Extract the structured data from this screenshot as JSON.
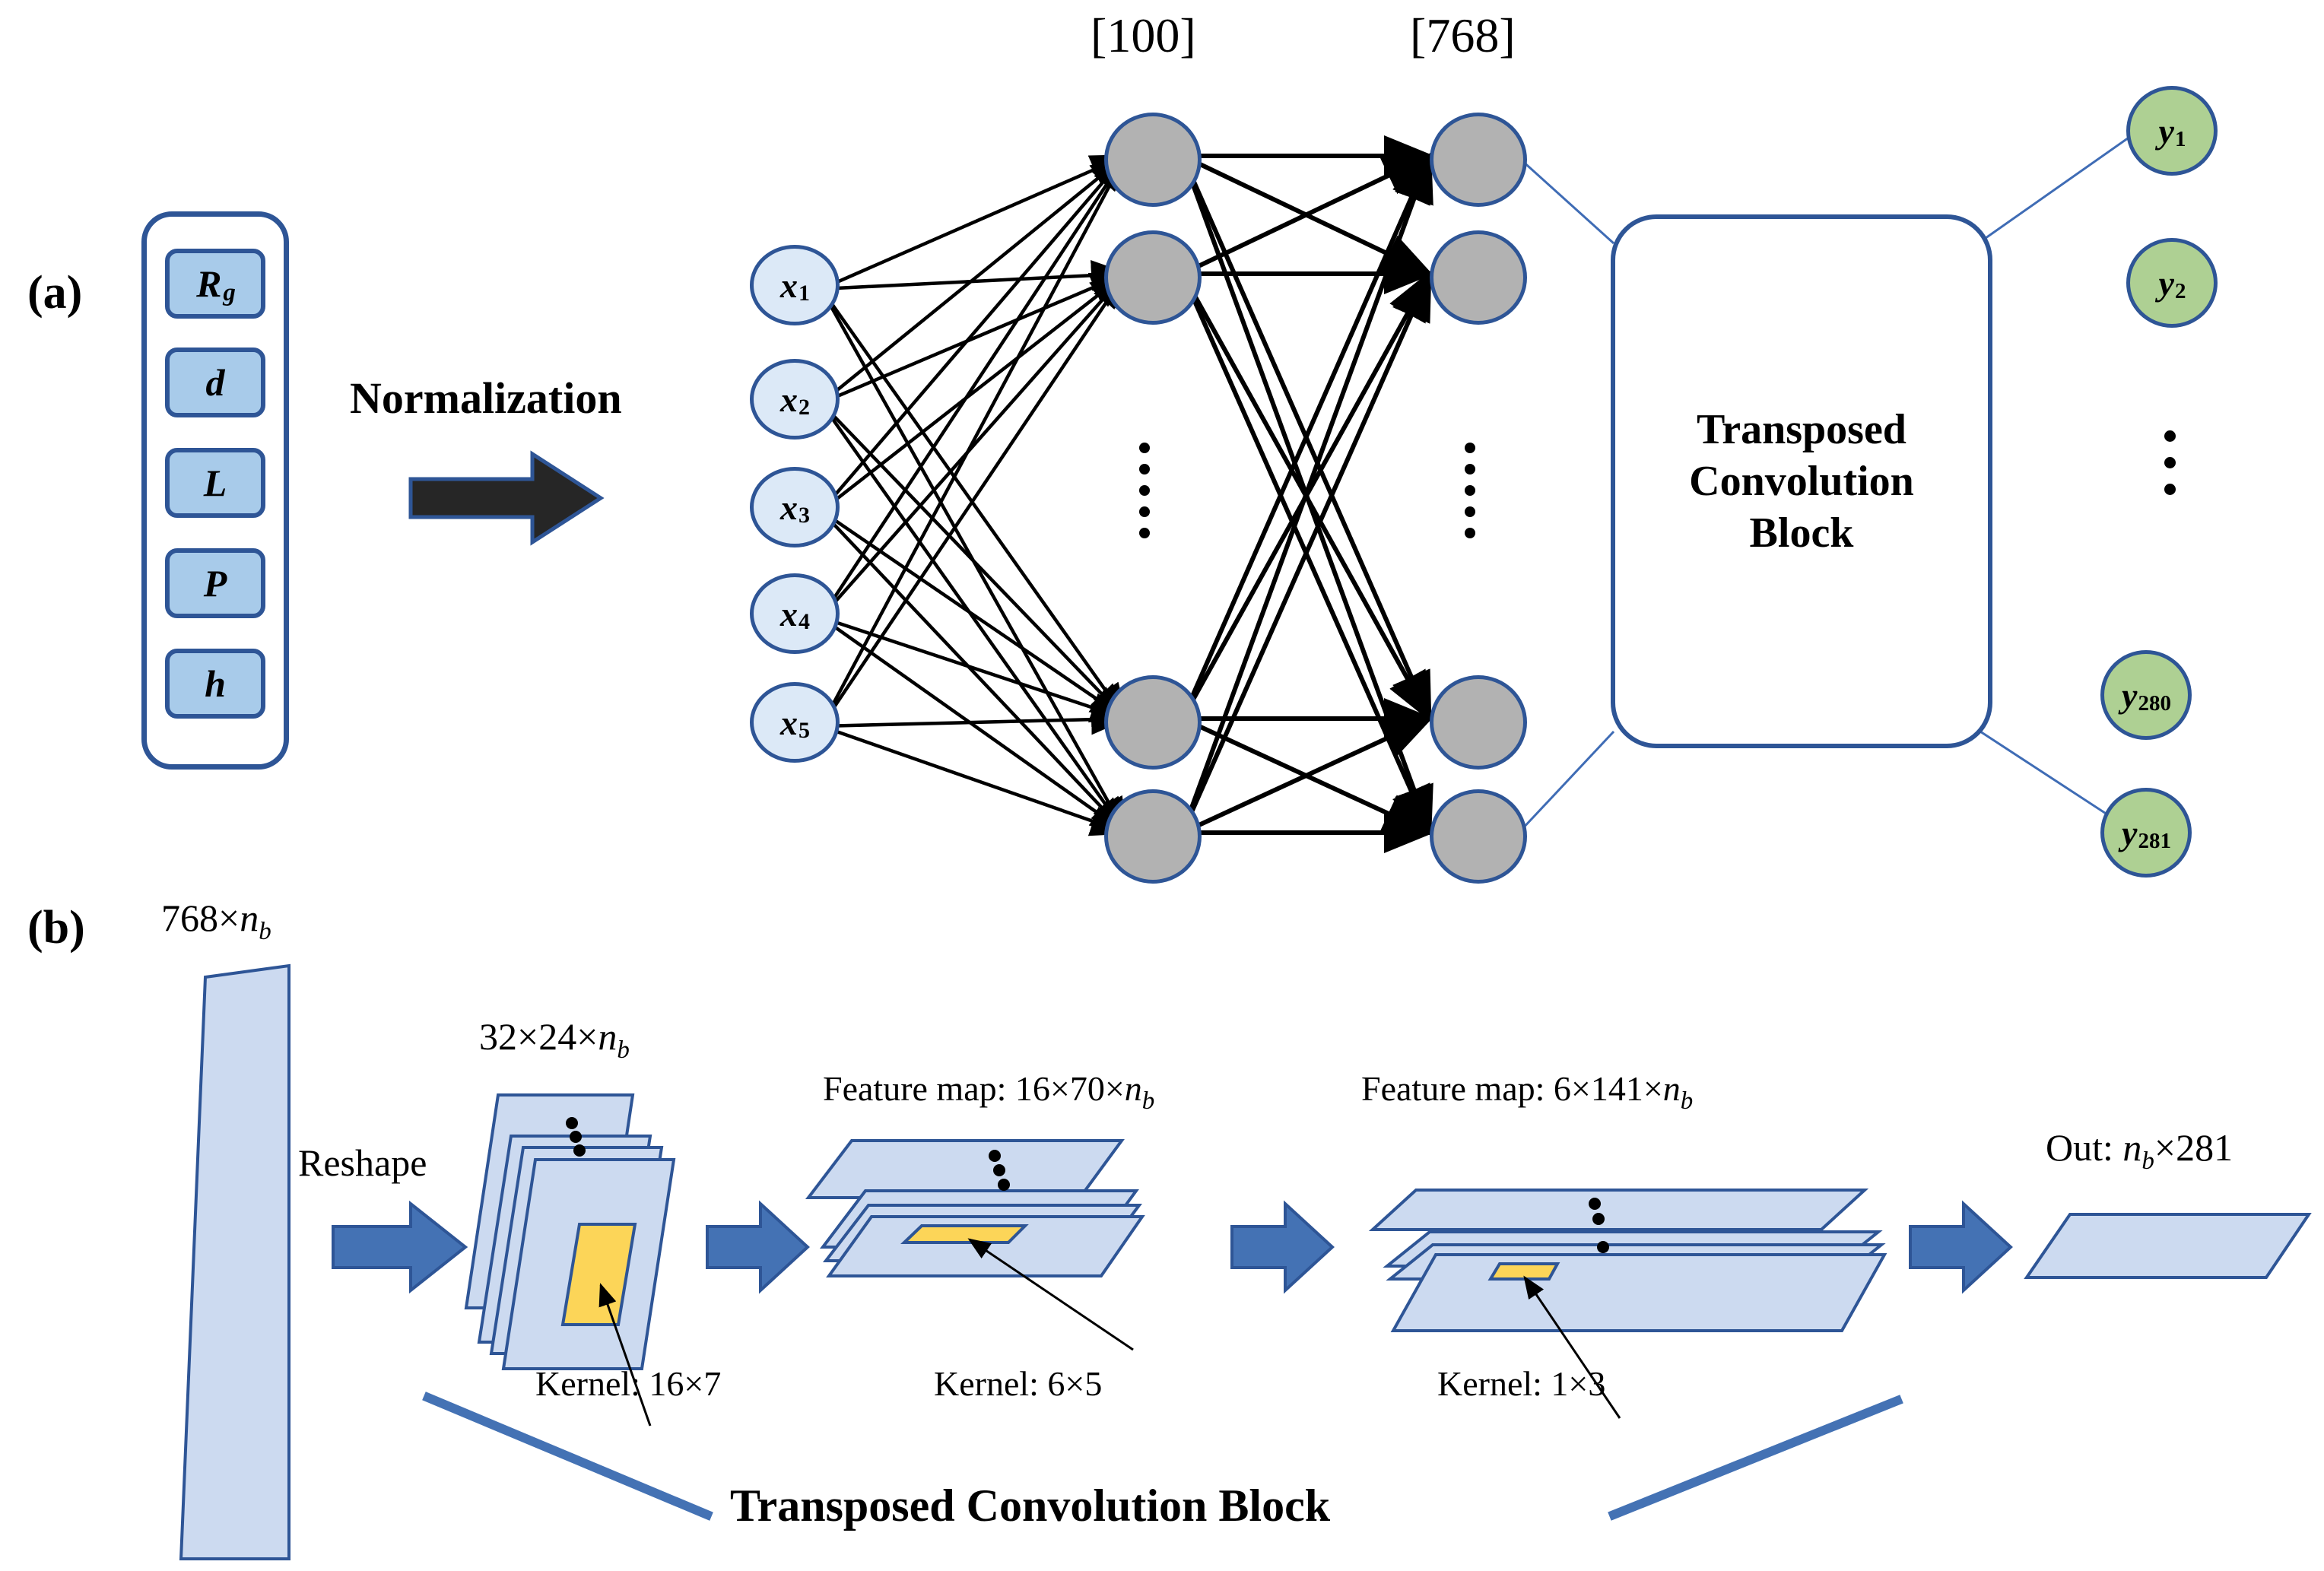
{
  "panels": {
    "a": "(a)",
    "b": "(b)"
  },
  "panel_a": {
    "input_features": [
      {
        "base": "R",
        "sub": "g"
      },
      {
        "base": "d",
        "sub": ""
      },
      {
        "base": "L",
        "sub": ""
      },
      {
        "base": "P",
        "sub": ""
      },
      {
        "base": "h",
        "sub": ""
      }
    ],
    "normalization_label": "Normalization",
    "input_nodes": [
      {
        "base": "x",
        "sub": "1"
      },
      {
        "base": "x",
        "sub": "2"
      },
      {
        "base": "x",
        "sub": "3"
      },
      {
        "base": "x",
        "sub": "4"
      },
      {
        "base": "x",
        "sub": "5"
      }
    ],
    "hidden_layers": [
      {
        "size_label": "[100]",
        "node_count_shown": 4
      },
      {
        "size_label": "[768]",
        "node_count_shown": 4
      }
    ],
    "tconv_block_label": "Transposed\nConvolution\nBlock",
    "tconv_block_lines": [
      "Transposed",
      "Convolution",
      "Block"
    ],
    "output_nodes": [
      {
        "base": "y",
        "sub": "1"
      },
      {
        "base": "y",
        "sub": "2"
      },
      {
        "base": "y",
        "sub": "280"
      },
      {
        "base": "y",
        "sub": "281"
      }
    ]
  },
  "panel_b": {
    "input_tensor_label": {
      "prefix": "768×",
      "italic": "n",
      "sub": "b"
    },
    "reshape_label": "Reshape",
    "reshaped_label": {
      "prefix": "32×24×",
      "italic": "n",
      "sub": "b"
    },
    "feature_maps": [
      {
        "prefix": "Feature map: 16×70×",
        "italic": "n",
        "sub": "b"
      },
      {
        "prefix": "Feature map: 6×141×",
        "italic": "n",
        "sub": "b"
      }
    ],
    "kernels": [
      "Kernel: 16×7",
      "Kernel: 6×5",
      "Kernel: 1×3"
    ],
    "output_label": {
      "prefix": "Out: ",
      "italic": "n",
      "sub": "b",
      "suffix": "×281"
    },
    "block_caption": "Transposed Convolution Block"
  },
  "colors": {
    "border_blue": "#2e5596",
    "input_box_fill": "#a8cbea",
    "node_x_fill": "#dce9f7",
    "node_hidden_fill": "#b2b2b2",
    "node_y_fill": "#aed093",
    "slab_fill": "#ccdaf0",
    "kernel_fill": "#fcd558",
    "arrow_blue": "#4472b4",
    "arrow_black": "#262626"
  }
}
